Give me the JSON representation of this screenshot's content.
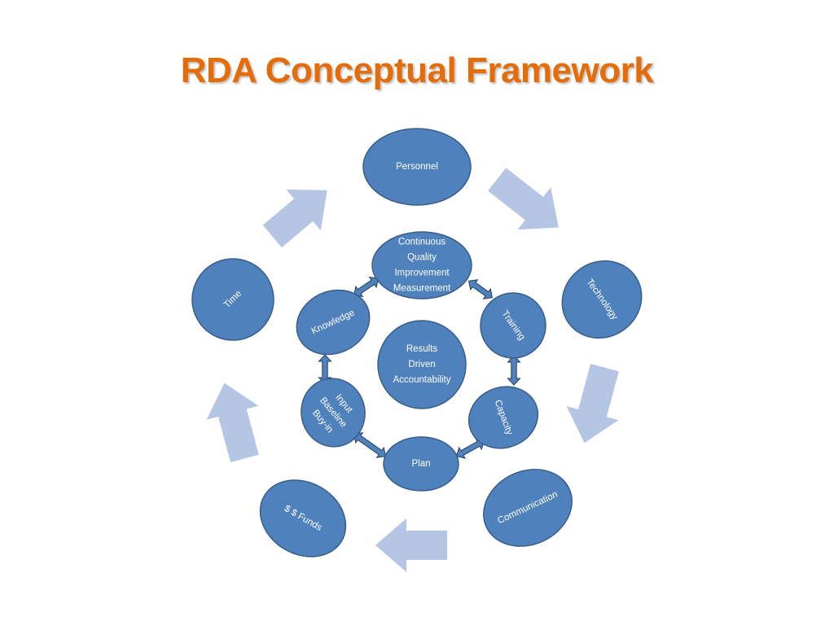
{
  "title": "RDA Conceptual Framework",
  "colors": {
    "title": "#E46C0A",
    "node_fill": "#4F81BD",
    "node_stroke": "#385D8A",
    "outer_arrow": "#B4C6E3",
    "inner_arrow_fill": "#4F81BD",
    "inner_arrow_stroke": "#243F60"
  },
  "outer_cycle": [
    {
      "id": "personnel",
      "lines": [
        "Personnel"
      ]
    },
    {
      "id": "technology",
      "lines": [
        "Technology"
      ]
    },
    {
      "id": "communication",
      "lines": [
        "Communication"
      ]
    },
    {
      "id": "funds",
      "lines": [
        "$  $  Funds"
      ]
    },
    {
      "id": "time",
      "lines": [
        "Time"
      ]
    }
  ],
  "inner_cycle": [
    {
      "id": "cqi",
      "lines": [
        "Continuous",
        "Quality",
        "Improvement",
        "Measurement"
      ]
    },
    {
      "id": "training",
      "lines": [
        "Training"
      ]
    },
    {
      "id": "capacity",
      "lines": [
        "Capacity"
      ]
    },
    {
      "id": "plan",
      "lines": [
        "Plan"
      ]
    },
    {
      "id": "input",
      "lines": [
        "Input",
        "Baseline",
        "Buy-in"
      ]
    },
    {
      "id": "knowledge",
      "lines": [
        "Knowledge"
      ]
    }
  ],
  "center": {
    "id": "results",
    "lines": [
      "Results",
      "Driven",
      "Accountability"
    ]
  }
}
